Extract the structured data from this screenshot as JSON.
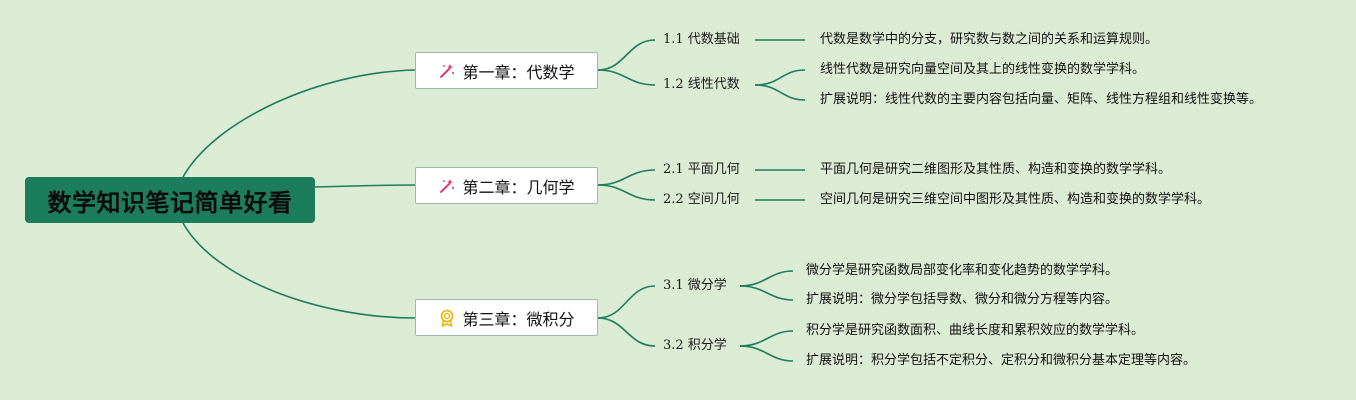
{
  "root": {
    "title": "数学知识笔记简单好看"
  },
  "chapters": [
    {
      "title": "第一章：代数学",
      "icon": "magic-wand-icon",
      "sections": [
        {
          "title": "1.1 代数基础",
          "notes": [
            "代数是数学中的分支，研究数与数之间的关系和运算规则。"
          ]
        },
        {
          "title": "1.2 线性代数",
          "notes": [
            "线性代数是研究向量空间及其上的线性变换的数学学科。",
            "扩展说明：线性代数的主要内容包括向量、矩阵、线性方程组和线性变换等。"
          ]
        }
      ]
    },
    {
      "title": "第二章：几何学",
      "icon": "magic-wand-icon",
      "sections": [
        {
          "title": "2.1 平面几何",
          "notes": [
            "平面几何是研究二维图形及其性质、构造和变换的数学学科。"
          ]
        },
        {
          "title": "2.2 空间几何",
          "notes": [
            "空间几何是研究三维空间中图形及其性质、构造和变换的数学学科。"
          ]
        }
      ]
    },
    {
      "title": "第三章：微积分",
      "icon": "award-medal-icon",
      "sections": [
        {
          "title": "3.1 微分学",
          "notes": [
            "微分学是研究函数局部变化率和变化趋势的数学学科。",
            "扩展说明：微分学包括导数、微分和微分方程等内容。"
          ]
        },
        {
          "title": "3.2 积分学",
          "notes": [
            "积分学是研究函数面积、曲线长度和累积效应的数学学科。",
            "扩展说明：积分学包括不定积分、定积分和微积分基本定理等内容。"
          ]
        }
      ]
    }
  ],
  "colors": {
    "background": "#dcebd3",
    "edge": "#1b7d5c",
    "root_fill": "#1b7d5c",
    "wand": "#e0245e",
    "medal": "#e8b400"
  }
}
